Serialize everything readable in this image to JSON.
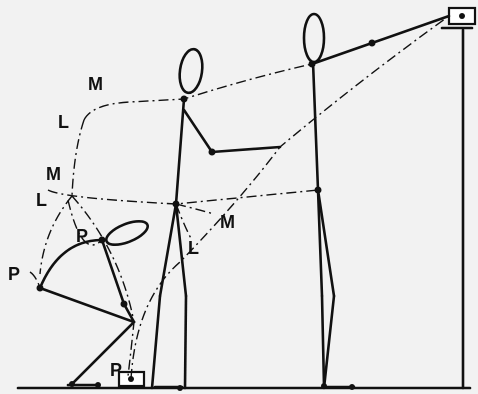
{
  "labels": {
    "m_top": "M",
    "l_top": "L",
    "m_mid": "M",
    "l_mid": "L",
    "m_lower": "M",
    "l_lower": "L",
    "p_head": "P",
    "p_left": "P",
    "p_foot": "P"
  }
}
